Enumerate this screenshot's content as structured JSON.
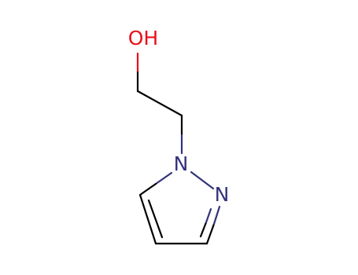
{
  "molecule": {
    "atoms": {
      "hydroxyl": {
        "label": "OH",
        "color": "#e8101a"
      },
      "n1": {
        "label": "N",
        "color": "#33337a"
      },
      "n2": {
        "label": "N",
        "color": "#33337a"
      }
    },
    "colors": {
      "bond": "#000000",
      "nitrogen": "#33337a",
      "oxygen": "#e8101a"
    }
  }
}
